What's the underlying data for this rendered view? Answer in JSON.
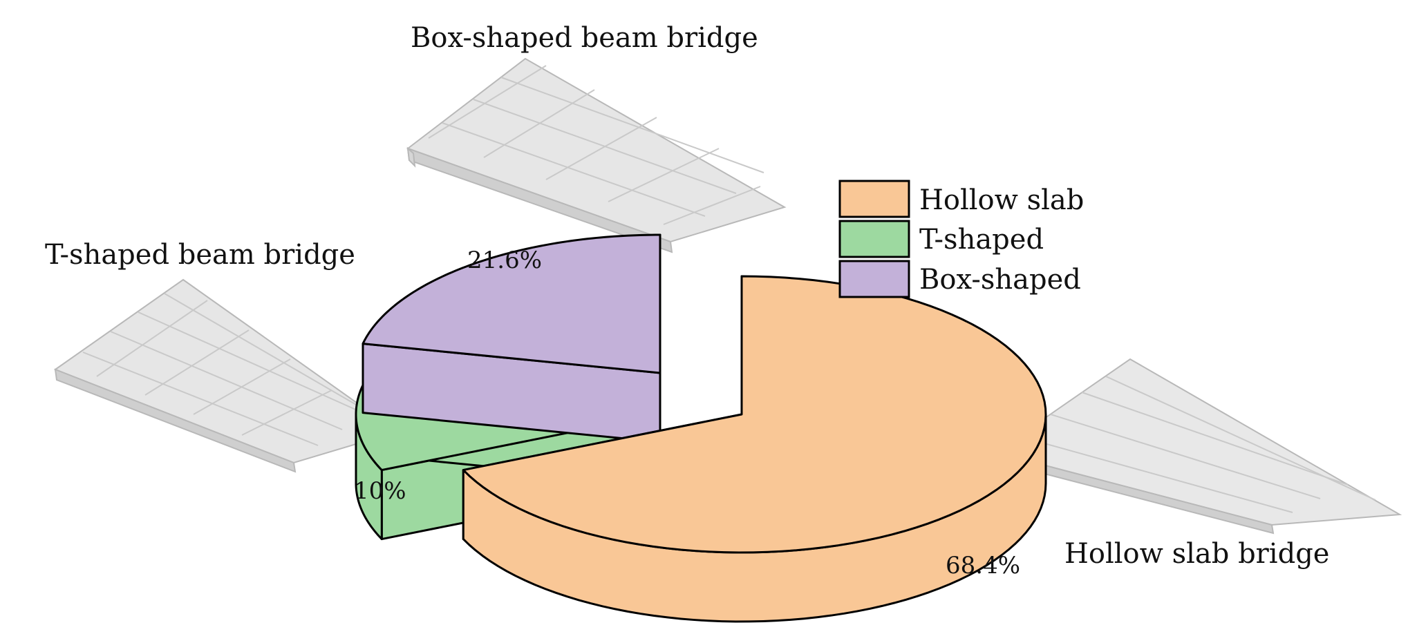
{
  "chart_data": {
    "type": "pie",
    "style": "3d exploded pie",
    "slices": [
      {
        "label": "Hollow slab",
        "value": 68.4,
        "value_label": "68.4%",
        "color": "#F9C796",
        "side_color": "#F9C796"
      },
      {
        "label": "T-shaped",
        "value": 10.0,
        "value_label": "10%",
        "color": "#9DD9A0",
        "side_color": "#9DD9A0"
      },
      {
        "label": "Box-shaped",
        "value": 21.6,
        "value_label": "21.6%",
        "color": "#C3B1D9",
        "side_color": "#C3B1D9"
      }
    ],
    "legend_position": "top-right"
  },
  "captions": {
    "box": "Box-shaped beam bridge",
    "t": "T-shaped beam bridge",
    "hollow": "Hollow slab bridge"
  },
  "bridge_image_color": "#d9d9d9"
}
